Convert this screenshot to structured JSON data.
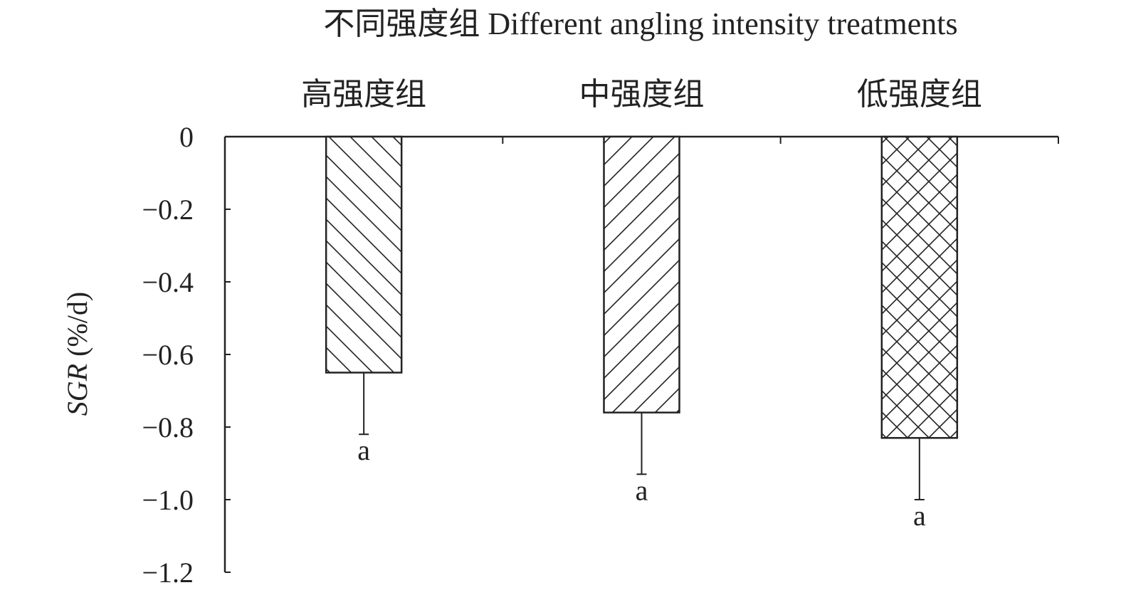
{
  "chart_data": {
    "type": "bar",
    "title": "不同强度组 Different angling intensity treatments",
    "categories": [
      "高强度组",
      "中强度组",
      "低强度组"
    ],
    "values": [
      -0.65,
      -0.76,
      -0.83
    ],
    "error": [
      0.17,
      0.17,
      0.17
    ],
    "significance_labels": [
      "a",
      "a",
      "a"
    ],
    "patterns": [
      "backslash-hatch",
      "slash-hatch",
      "cross-hatch"
    ],
    "xlabel": "",
    "ylabel_italic": "SGR",
    "ylabel_unit": " (%/d)",
    "ylim": [
      -1.2,
      0
    ],
    "yticks": [
      0,
      -0.2,
      -0.4,
      -0.6,
      -0.8,
      -1.0,
      -1.2
    ],
    "ytick_labels": [
      "0",
      "−0.2",
      "−0.4",
      "−0.6",
      "−0.8",
      "−1.0",
      "−1.2"
    ],
    "x_axis_position": "top",
    "grid": false,
    "colors": {
      "ink": "#222222",
      "fill": "#ffffff"
    }
  }
}
